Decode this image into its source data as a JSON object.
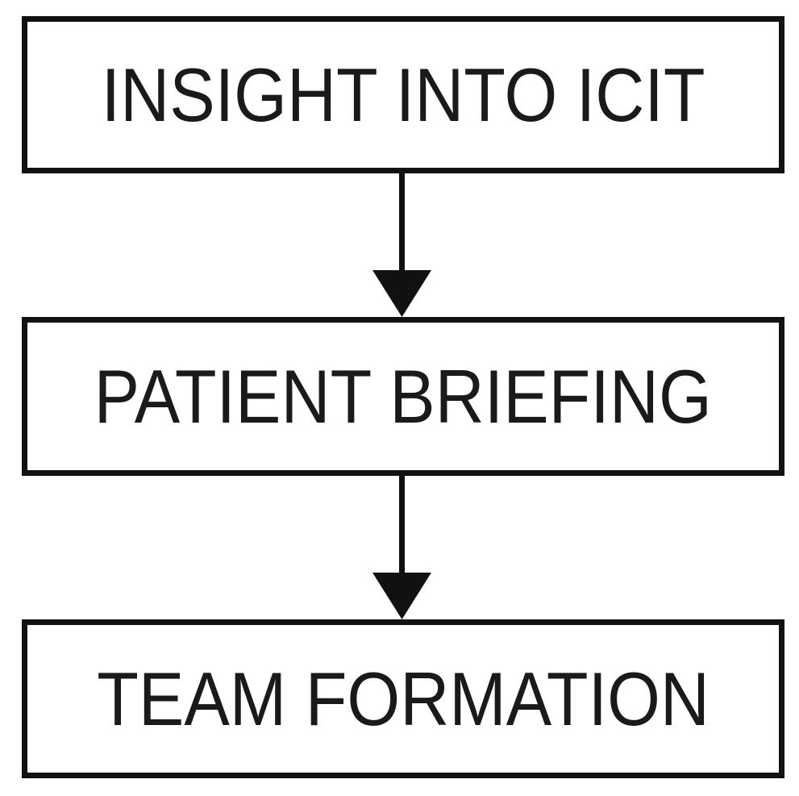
{
  "diagram": {
    "title": "",
    "background_color": "#ffffff",
    "line_color": "#111111",
    "text_color": "#1a1a1a",
    "nodes": [
      {
        "id": 1,
        "label": "INSIGHT INTO ICIT"
      },
      {
        "id": 2,
        "label": "PATIENT BRIEFING"
      },
      {
        "id": 3,
        "label": "TEAM FORMATION"
      }
    ],
    "connectors": [
      {
        "from": "INSIGHT INTO ICIT",
        "to": "PATIENT BRIEFING",
        "direction": "down",
        "style": "solid-arrow"
      },
      {
        "from": "PATIENT BRIEFING",
        "to": "TEAM FORMATION",
        "direction": "down",
        "style": "solid-arrow"
      }
    ]
  }
}
